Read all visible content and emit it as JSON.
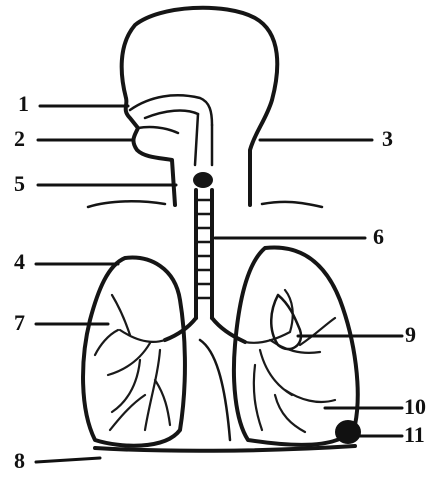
{
  "diagram": {
    "labels": [
      {
        "id": "1",
        "text": "1"
      },
      {
        "id": "2",
        "text": "2"
      },
      {
        "id": "3",
        "text": "3"
      },
      {
        "id": "4",
        "text": "4"
      },
      {
        "id": "5",
        "text": "5"
      },
      {
        "id": "6",
        "text": "6"
      },
      {
        "id": "7",
        "text": "7"
      },
      {
        "id": "8",
        "text": "8"
      },
      {
        "id": "9",
        "text": "9"
      },
      {
        "id": "10",
        "text": "10"
      },
      {
        "id": "11",
        "text": "11"
      }
    ],
    "colors": {
      "ink": "#151515",
      "background": "#ffffff"
    }
  }
}
